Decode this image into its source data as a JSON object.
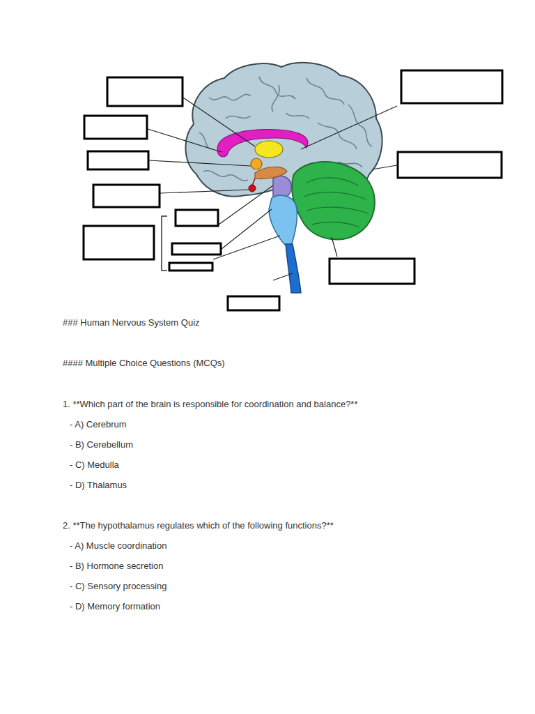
{
  "diagram": {
    "title": "### Human Nervous System Quiz",
    "labels": [
      "#### Multiple Choice Questions (MCQs)",
      "1. **Which part of the brain is responsible for coordination and balance?**",
      "- A) Cerebrum",
      "- B) Cerebellum",
      "- C) Medulla",
      "- D) Thalamus",
      "2. **The hypothalamus regulates which of the following functions?**",
      "- A) Muscle coordination",
      "- B) Hormone secretion",
      "- C) Sensory processing",
      "- D) Memory formation"
    ]
  }
}
